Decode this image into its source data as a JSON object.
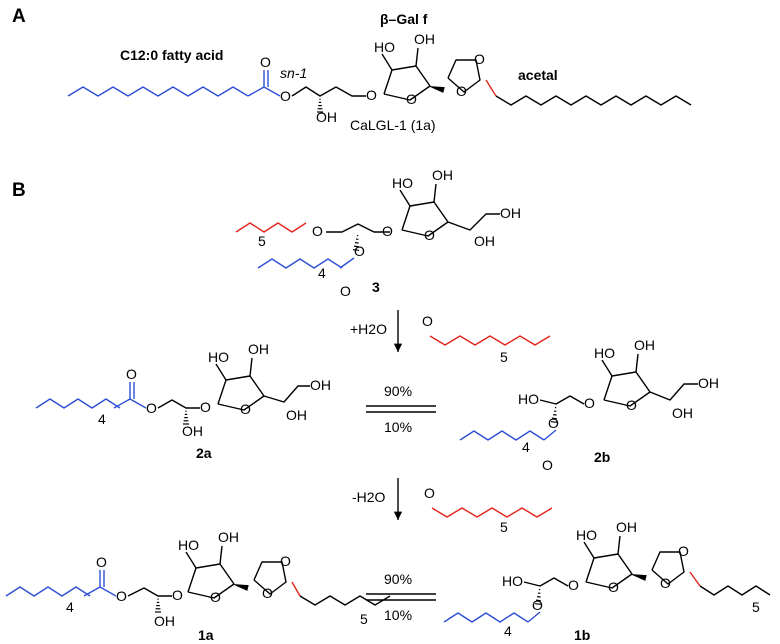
{
  "panel_a": {
    "letter": "A",
    "gal_label": "β–Gal f",
    "fatty_acid_label": "C12:0 fatty acid",
    "sn_label": "sn-1",
    "acetal_label": "acetal",
    "compound_label": "CaLGL-1 (1a)"
  },
  "panel_b": {
    "letter": "B",
    "compound_3": "3",
    "compound_2a": "2a",
    "compound_2b": "2b",
    "compound_1a": "1a",
    "compound_1b": "1b",
    "step1_reagent": "+H2O",
    "step2_reagent": "-H2O",
    "eq_top_forward": "90%",
    "eq_top_back": "10%",
    "eq_bottom_forward": "90%",
    "eq_bottom_back": "10%",
    "subscript_4": "4",
    "subscript_5": "5"
  },
  "atoms": {
    "O": "O",
    "OH": "OH",
    "HO": "HO"
  },
  "colors": {
    "fatty_acid": "#2d4fd6",
    "acetal": "#e3241b",
    "structure": "#000000"
  }
}
